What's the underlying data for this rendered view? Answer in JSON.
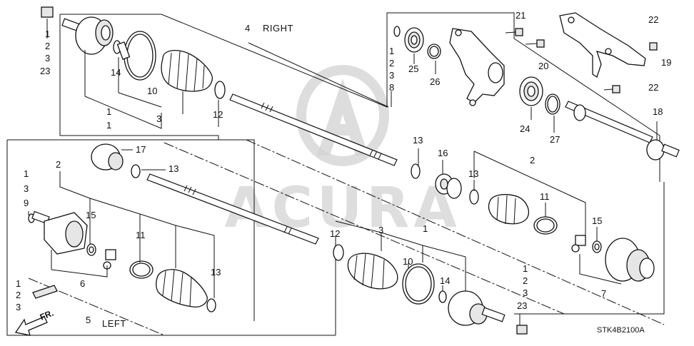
{
  "labels": {
    "right": "RIGHT",
    "left": "LEFT",
    "front": "FR.",
    "diagram_code": "STK4B2100A"
  },
  "watermark": {
    "brand_text": "ACURA"
  },
  "callouts": {
    "c_1_2_3_23_top": [
      "1",
      "2",
      "3",
      "23"
    ],
    "c_4": "4",
    "c_14_top": "14",
    "c_10_top": "10",
    "c_3_top": "3",
    "c_12_top": "12",
    "c_1_top_a": "1",
    "c_1_top_b": "1",
    "c_1_2_3_8": [
      "1",
      "2",
      "3",
      "8"
    ],
    "c_25": "25",
    "c_26": "26",
    "c_21": "21",
    "c_20": "20",
    "c_22_top": "22",
    "c_19": "19",
    "c_22_mid": "22",
    "c_24": "24",
    "c_27": "27",
    "c_18": "18",
    "c_17": "17",
    "c_13_a": "13",
    "c_13_b": "13",
    "c_16": "16",
    "c_13_c": "13",
    "c_2_right": "2",
    "c_11_right": "11",
    "c_15_right": "15",
    "c_7": "7",
    "c_2_left": "2",
    "c_1_3_9": [
      "1",
      "3",
      "9"
    ],
    "c_15_left": "15",
    "c_11_left": "11",
    "c_13_left": "13",
    "c_6": "6",
    "c_1_2_3_left": [
      "1",
      "2",
      "3"
    ],
    "c_5": "5",
    "c_12_mid": "12",
    "c_3_mid": "3",
    "c_1_mid": "1",
    "c_10_mid": "10",
    "c_14_mid": "14",
    "c_1_2_3_23_bottom": [
      "1",
      "2",
      "3",
      "23"
    ]
  }
}
